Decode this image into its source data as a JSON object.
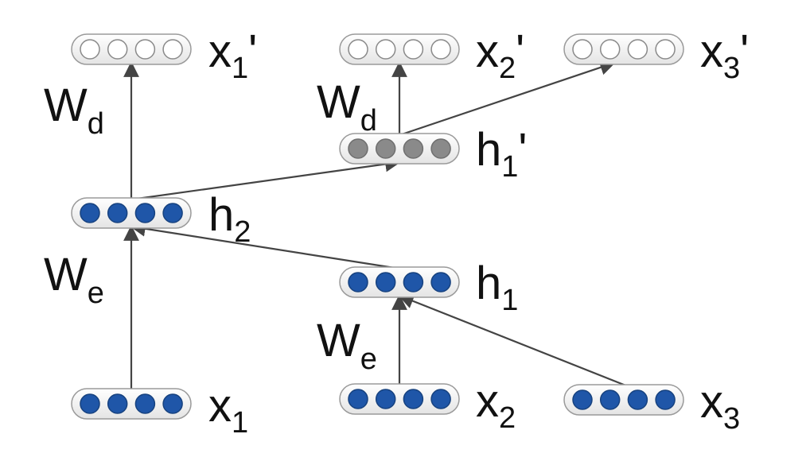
{
  "colors": {
    "blue": "#1f56a8",
    "gray": "#8a8a8a",
    "empty": "#ffffff",
    "stroke": "#444444"
  },
  "nodes": [
    {
      "id": "x1",
      "main": "x",
      "sub": "1",
      "suffix": "",
      "fill": "blue"
    },
    {
      "id": "x2",
      "main": "x",
      "sub": "2",
      "suffix": "",
      "fill": "blue"
    },
    {
      "id": "x3",
      "main": "x",
      "sub": "3",
      "suffix": "",
      "fill": "blue"
    },
    {
      "id": "h1",
      "main": "h",
      "sub": "1",
      "suffix": "",
      "fill": "blue"
    },
    {
      "id": "h2",
      "main": "h",
      "sub": "2",
      "suffix": "",
      "fill": "blue"
    },
    {
      "id": "h1p",
      "main": "h",
      "sub": "1",
      "suffix": "'",
      "fill": "gray"
    },
    {
      "id": "x1p",
      "main": "x",
      "sub": "1",
      "suffix": "'",
      "fill": "empty"
    },
    {
      "id": "x2p",
      "main": "x",
      "sub": "2",
      "suffix": "'",
      "fill": "empty"
    },
    {
      "id": "x3p",
      "main": "x",
      "sub": "3",
      "suffix": "'",
      "fill": "empty"
    }
  ],
  "edges": [
    {
      "from": "x1",
      "to": "h2"
    },
    {
      "from": "h1",
      "to": "h2"
    },
    {
      "from": "x2",
      "to": "h1"
    },
    {
      "from": "x3",
      "to": "h1"
    },
    {
      "from": "h2",
      "to": "x1p"
    },
    {
      "from": "h2",
      "to": "h1p"
    },
    {
      "from": "h1p",
      "to": "x2p"
    },
    {
      "from": "h1p",
      "to": "x3p"
    }
  ],
  "weights": [
    {
      "id": "we1",
      "main": "W",
      "sub": "e"
    },
    {
      "id": "we2",
      "main": "W",
      "sub": "e"
    },
    {
      "id": "wd1",
      "main": "W",
      "sub": "d"
    },
    {
      "id": "wd2",
      "main": "W",
      "sub": "d"
    }
  ]
}
